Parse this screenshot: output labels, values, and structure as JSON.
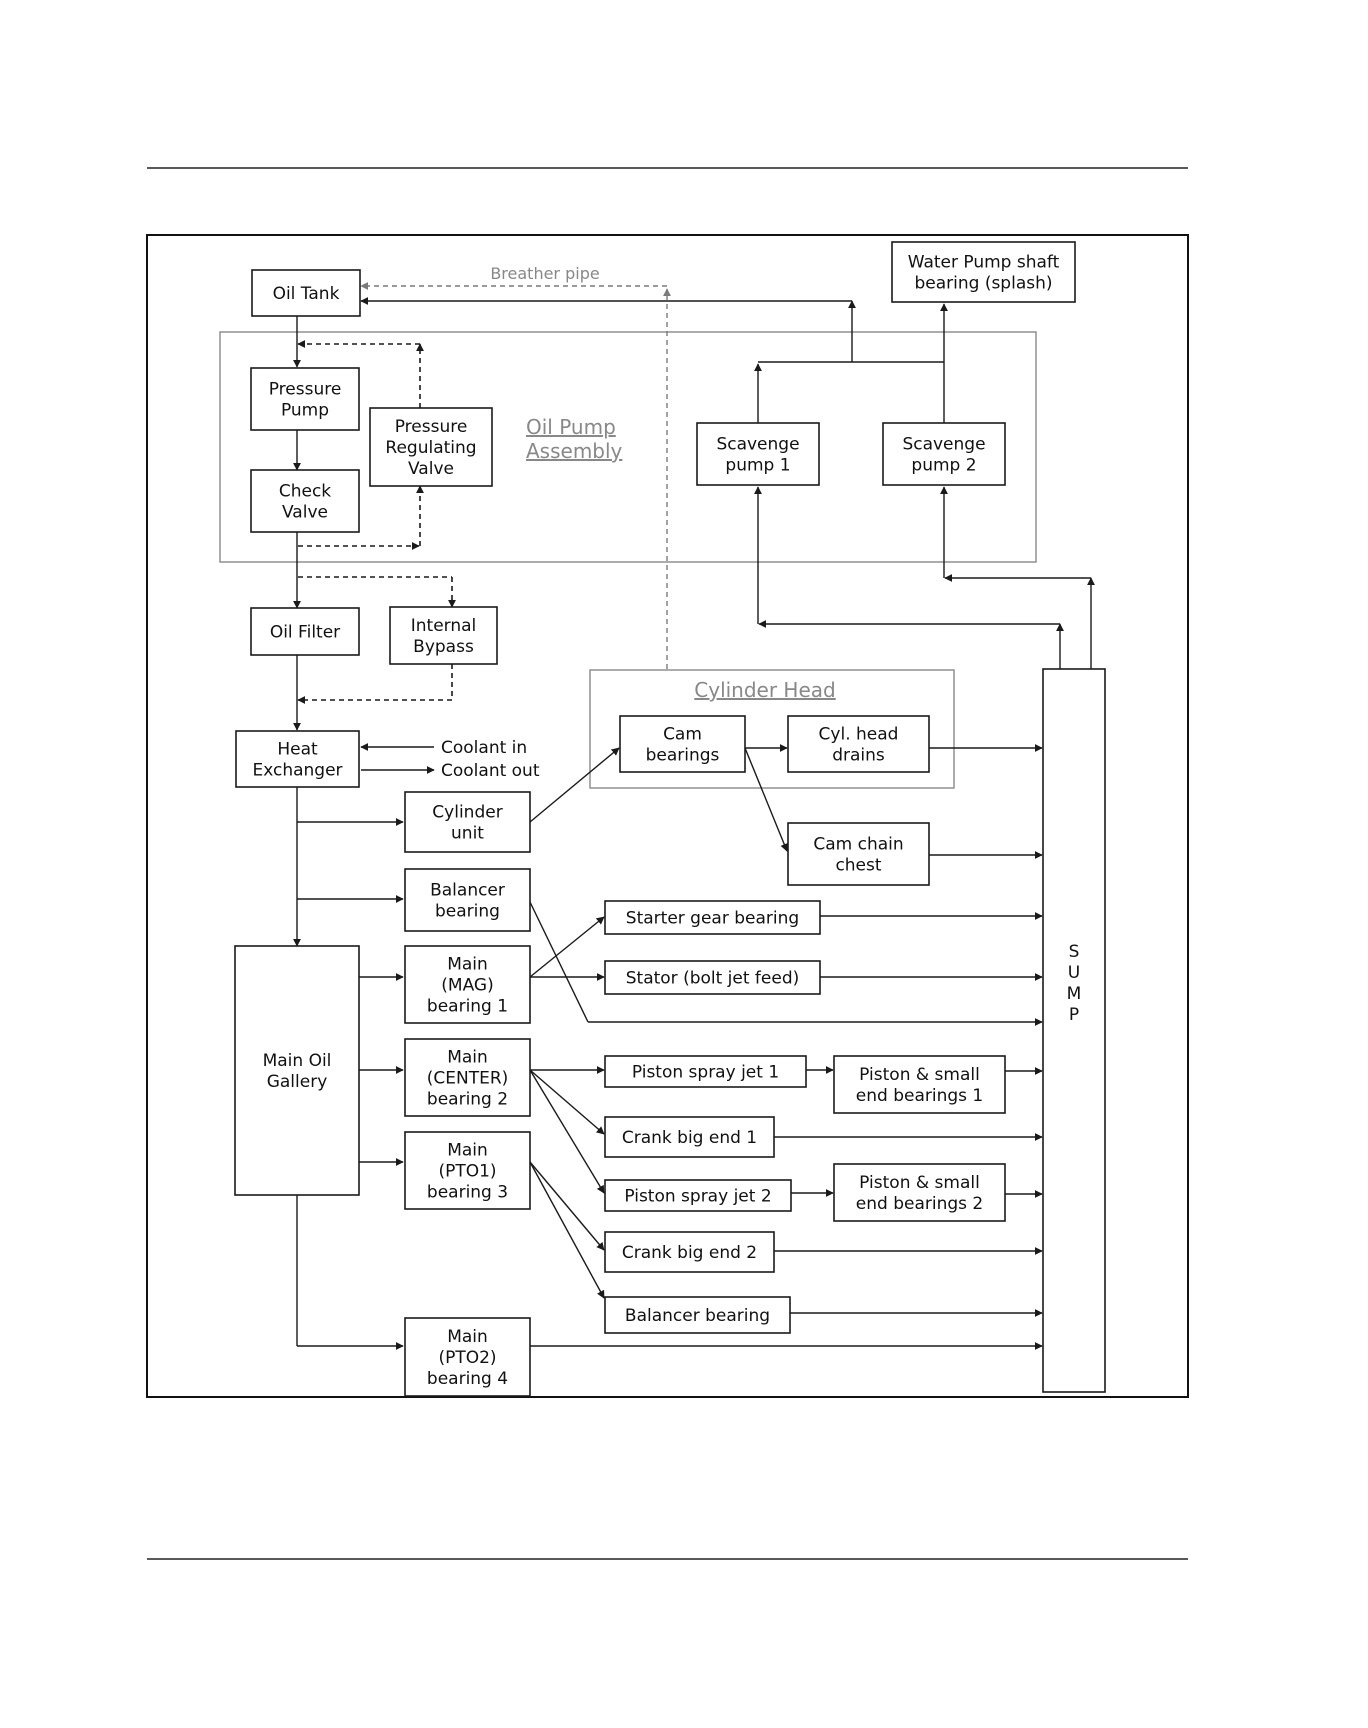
{
  "groups": {
    "oil_pump_assembly": [
      "Oil Pump",
      "Assembly"
    ],
    "cylinder_head": "Cylinder Head",
    "breather_pipe": "Breather pipe"
  },
  "boxes": {
    "oil_tank": [
      "Oil Tank"
    ],
    "water_pump": [
      "Water Pump shaft",
      "bearing (splash)"
    ],
    "pressure_pump": [
      "Pressure",
      "Pump"
    ],
    "pressure_regulating_valve": [
      "Pressure",
      "Regulating",
      "Valve"
    ],
    "check_valve": [
      "Check",
      "Valve"
    ],
    "scavenge_pump_1": [
      "Scavenge",
      "pump 1"
    ],
    "scavenge_pump_2": [
      "Scavenge",
      "pump 2"
    ],
    "oil_filter": [
      "Oil Filter"
    ],
    "internal_bypass": [
      "Internal",
      "Bypass"
    ],
    "heat_exchanger": [
      "Heat",
      "Exchanger"
    ],
    "cam_bearings": [
      "Cam",
      "bearings"
    ],
    "cyl_head_drains": [
      "Cyl. head",
      "drains"
    ],
    "cylinder_unit": [
      "Cylinder",
      "unit"
    ],
    "cam_chain_chest": [
      "Cam chain",
      "chest"
    ],
    "balancer_bearing_top": [
      "Balancer",
      "bearing"
    ],
    "starter_gear_bearing": [
      "Starter gear bearing"
    ],
    "main_mag": [
      "Main",
      "(MAG)",
      "bearing 1"
    ],
    "stator": [
      "Stator (bolt jet feed)"
    ],
    "main_oil_gallery": [
      "Main Oil",
      "Gallery"
    ],
    "main_center": [
      "Main",
      "(CENTER)",
      "bearing 2"
    ],
    "piston_spray_jet_1": [
      "Piston spray jet 1"
    ],
    "piston_small_end_1": [
      "Piston & small",
      "end bearings 1"
    ],
    "crank_big_end_1": [
      "Crank big end 1"
    ],
    "main_pto1": [
      "Main",
      "(PTO1)",
      "bearing 3"
    ],
    "piston_spray_jet_2": [
      "Piston spray jet 2"
    ],
    "piston_small_end_2": [
      "Piston & small",
      "end bearings 2"
    ],
    "crank_big_end_2": [
      "Crank big end 2"
    ],
    "balancer_bearing_bottom": [
      "Balancer bearing"
    ],
    "main_pto2": [
      "Main",
      "(PTO2)",
      "bearing 4"
    ]
  },
  "labels": {
    "coolant_in": "Coolant in",
    "coolant_out": "Coolant out",
    "sump": [
      "S",
      "U",
      "M",
      "P"
    ]
  }
}
